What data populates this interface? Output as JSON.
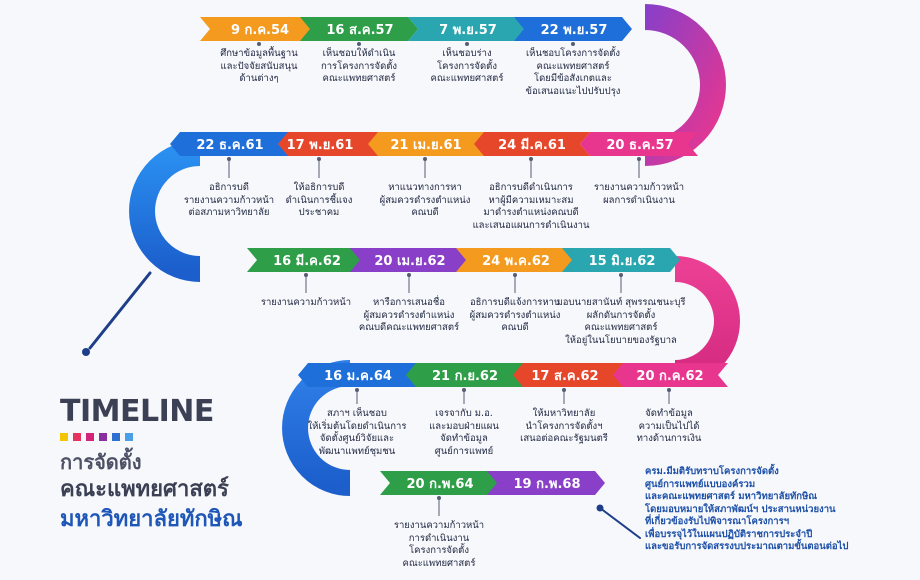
{
  "title": {
    "main": "TIMELINE",
    "line1": "การจัดตั้ง",
    "line2": "คณะแพทยศาสตร์",
    "line3": "มหาวิทยาลัยทักษิณ",
    "square_colors": [
      "#f2c500",
      "#e6335f",
      "#d4247a",
      "#8a2fa0",
      "#2f6fd0",
      "#4aa0e8"
    ]
  },
  "colors": {
    "orange": "#f39a1f",
    "green": "#2e9e48",
    "blue": "#1e6fd9",
    "purple": "#8a3fc8",
    "red": "#e6472a",
    "teal": "#2aa6b0",
    "pink": "#e8368f",
    "navy": "#1f4fa8"
  },
  "events": [
    {
      "date": "9 ก.ค.54",
      "desc": "ศึกษาข้อมูลพื้นฐาน\nและปัจจัยสนับสนุน\nด้านต่างๆ"
    },
    {
      "date": "16 ส.ค.57",
      "desc": "เห็นชอบให้ดำเนิน\nการโครงการจัดตั้ง\nคณะแพทยศาสตร์"
    },
    {
      "date": "7 พ.ย.57",
      "desc": "เห็นชอบร่าง\nโครงการจัดตั้ง\nคณะแพทยศาสตร์"
    },
    {
      "date": "22 พ.ย.57",
      "desc": "เห็นชอบโครงการจัดตั้ง\nคณะแพทยศาสตร์\nโดยมีข้อสังเกตและ\nข้อเสนอแนะไปปรับปรุง"
    },
    {
      "date": "20 ธ.ค.57",
      "desc": "รายงานความก้าวหน้า\nผลการดำเนินงาน"
    },
    {
      "date": "24 มี.ค.61",
      "desc": "อธิการบดีดำเนินการ\nหาผู้มีความเหมาะสม\nมาดำรงตำแหน่งคณบดี\nและเสนอแผนการดำเนินงาน"
    },
    {
      "date": "21 เม.ย.61",
      "desc": "หาแนวทางการหา\nผู้สมควรดำรงตำแหน่ง\nคณบดี"
    },
    {
      "date": "17 พ.ย.61",
      "desc": "ให้อธิการบดี\nดำเนินการชี้แจง\nประชาคม"
    },
    {
      "date": "22 ธ.ค.61",
      "desc": "อธิการบดี\nรายงานความก้าวหน้า\nต่อสภามหาวิทยาลัย"
    },
    {
      "date": "16 มี.ค.62",
      "desc": "รายงานความก้าวหน้า"
    },
    {
      "date": "20 เม.ย.62",
      "desc": "หารือการเสนอชื่อ\nผู้สมควรดำรงตำแหน่ง\nคณบดีคณะแพทยศาสตร์"
    },
    {
      "date": "24 พ.ค.62",
      "desc": "อธิการบดีแจ้งการหาบ\nผู้สมควรดำรงตำแหน่ง\nคณบดี"
    },
    {
      "date": "15 มิ.ย.62",
      "desc": "มอบนายสานันท์  สุพรรณชนะบุรี\nผลักดันการจัดตั้ง\nคณะแพทยศาสตร์\nให้อยู่ในนโยบายของรัฐบาล"
    },
    {
      "date": "20 ก.ค.62",
      "desc": "จัดทำข้อมูล\nความเป็นไปได้\nทางด้านการเงิน"
    },
    {
      "date": "17 ส.ค.62",
      "desc": "ให้มหาวิทยาลัย\nนำโครงการจัดตั้งฯ\nเสนอต่อคณะรัฐมนตรี"
    },
    {
      "date": "21 ก.ย.62",
      "desc": "เจรจากับ ม.อ.\nและมอบฝ่ายแผน\nจัดทำข้อมูล\nศูนย์การแพทย์"
    },
    {
      "date": "16 ม.ค.64",
      "desc": "สภาฯ เห็นชอบ\nให้เริ่มต้นโดยดำเนินการ\nจัดตั้งศูนย์วิจัยและ\nพัฒนาแพทย์ชุมชน"
    },
    {
      "date": "20 ก.พ.64",
      "desc": "รายงานความก้าวหน้า\nการดำเนินงาน\nโครงการจัดตั้ง\nคณะแพทยศาสตร์"
    },
    {
      "date": "19 ก.พ.68",
      "desc": ""
    }
  ],
  "final_note": "ครม.มีมติรับทราบโครงการจัดตั้ง\nศูนย์การแพทย์แบบองค์รวม\nและคณะแพทยศาสตร์ มหาวิทยาลัยทักษิณ\nโดยมอบหมายให้สภาพัฒน์ฯ ประสานหน่วยงาน\nที่เกี่ยวข้องรับไปพิจารณาโครงการฯ\nเพื่อบรรจุไว้ในแผนปฏิบัติราชการประจำปี\nและขอรับการจัดสรรงบประมาณตามขั้นตอนต่อไป"
}
